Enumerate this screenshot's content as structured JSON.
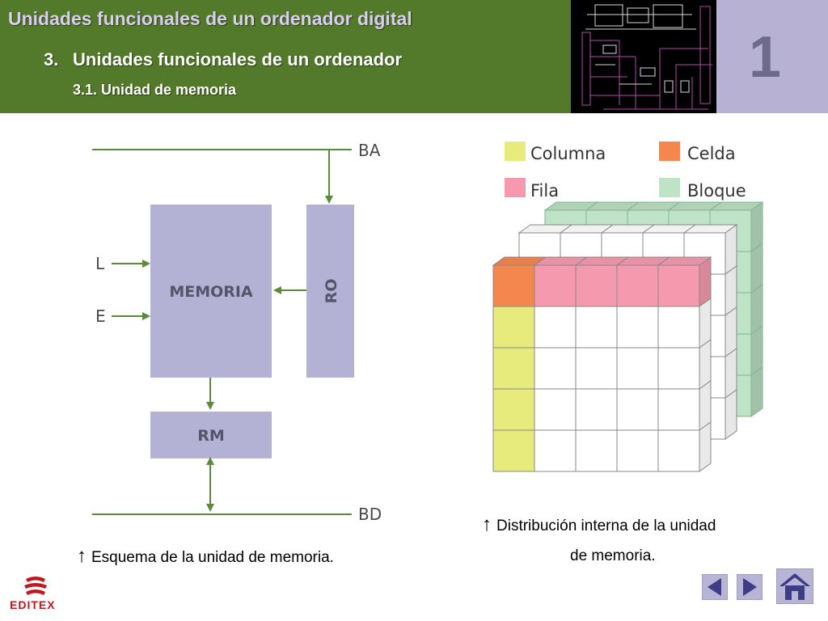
{
  "header": {
    "title": "Unidades funcionales de un ordenador digital",
    "section_number": "3.",
    "section_title": "Unidades funcionales de un ordenador",
    "subsection": "3.1. Unidad de memoria",
    "chapter_number": "1"
  },
  "memory_schema": {
    "bus_address": "BA",
    "bus_data": "BD",
    "input_read": "L",
    "input_write": "E",
    "memory_label": "MEMORIA",
    "address_register": "RO",
    "data_register": "RM",
    "caption": "Esquema de la unidad de memoria."
  },
  "memory_distribution": {
    "legend": [
      {
        "label": "Columna",
        "color": "#e6eb7b"
      },
      {
        "label": "Celda",
        "color": "#f3874e"
      },
      {
        "label": "Fila",
        "color": "#f59aae"
      },
      {
        "label": "Bloque",
        "color": "#bfe3c7"
      }
    ],
    "caption_line1": "Distribución interna de la unidad",
    "caption_line2": "de memoria."
  },
  "caption_arrow": "↑",
  "footer": {
    "logo": "EDITEX",
    "prev_icon": "triangle-left-icon",
    "next_icon": "triangle-right-icon",
    "home_icon": "home-icon"
  },
  "colors": {
    "header_green": "#537a2a",
    "block_purple": "#b3b1d4",
    "chapter_box": "#b7b2d3"
  }
}
